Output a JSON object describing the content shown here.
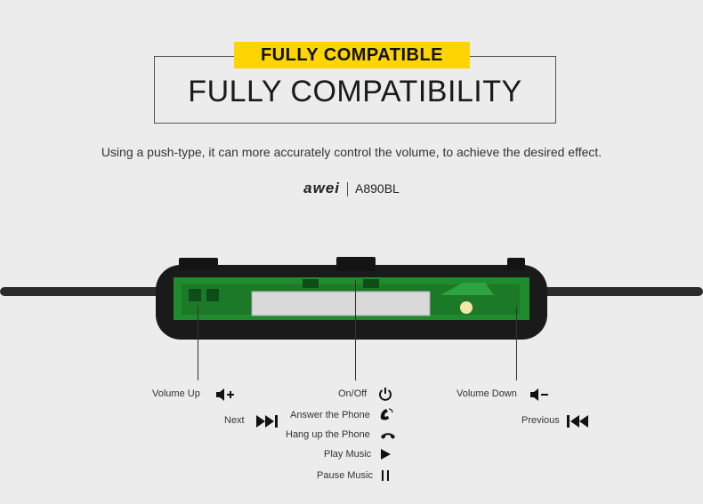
{
  "badge": "FULLY COMPATIBLE",
  "title": "FULLY COMPATIBILITY",
  "subtitle": "Using a push-type, it can more accurately control the volume, to achieve the desired effect.",
  "brand": {
    "logo": "awei",
    "model": "A890BL"
  },
  "controls": {
    "volume_up": "Volume Up",
    "next": "Next",
    "on_off": "On/Off",
    "answer_phone": "Answer the Phone",
    "hangup_phone": "Hang up the Phone",
    "play_music": "Play Music",
    "pause_music": "Pause Music",
    "volume_down": "Volume Down",
    "previous": "Previous"
  },
  "icons": [
    "volume-up-icon",
    "next-icon",
    "power-icon",
    "phone-answer-icon",
    "phone-hangup-icon",
    "play-icon",
    "pause-icon",
    "volume-down-icon",
    "previous-icon"
  ],
  "colors": {
    "badge": "#ffd500",
    "background": "#ececec",
    "board": "#1f8a2e",
    "device": "#1a1a1a"
  }
}
